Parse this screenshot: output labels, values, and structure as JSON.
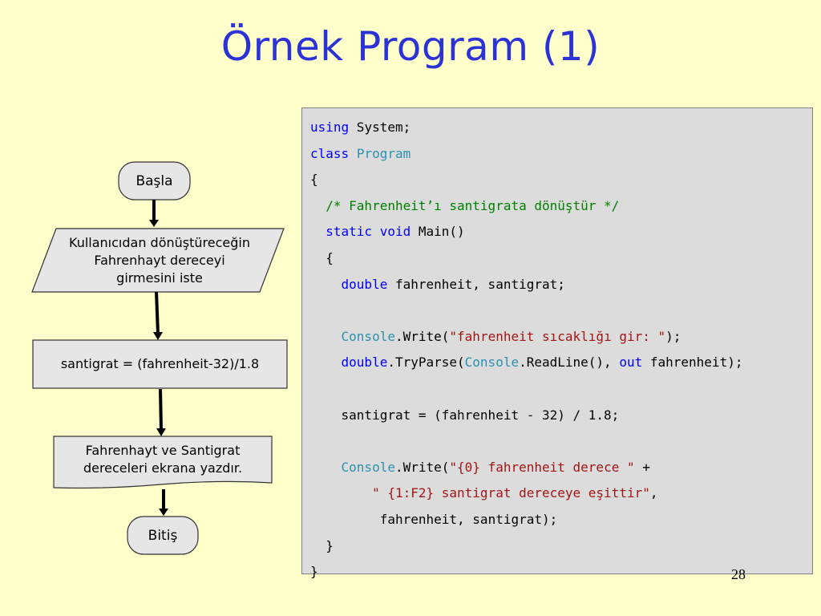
{
  "slide": {
    "title": "Örnek Program (1)",
    "page_number": "28"
  },
  "flowchart": {
    "start": "Başla",
    "input": [
      "Kullanıcıdan dönüştüreceğin",
      "Fahrenhayt dereceyi",
      "girmesini iste"
    ],
    "process": "santigrat = (fahrenheit-32)/1.8",
    "output": [
      "Fahrenhayt ve Santigrat",
      "dereceleri ekrana yazdır."
    ],
    "end": "Bitiş"
  },
  "code": {
    "l1_kw": "using",
    "l1_rest": " System;",
    "l2_kw": "class",
    "l2_type": "Program",
    "l3": "{",
    "l4_comment": "/* Fahrenheit’ı santigrata dönüştür */",
    "l5_kw1": "static",
    "l5_kw2": "void",
    "l5_rest": " Main()",
    "l6": "{",
    "l7_kw": "double",
    "l7_rest": " fahrenheit, santigrat;",
    "l9_type": "Console",
    "l9_mid": ".Write(",
    "l9_str": "\"fahrenheit sıcaklığı gir: \"",
    "l9_end": ");",
    "l10_kw": "double",
    "l10_mid": ".TryParse(",
    "l10_type": "Console",
    "l10_mid2": ".ReadLine(), ",
    "l10_kw2": "out",
    "l10_end": " fahrenheit);",
    "l12": "santigrat = (fahrenheit - 32) / 1.8;",
    "l14_type": "Console",
    "l14_mid": ".Write(",
    "l14_str": "\"{0} fahrenheit derece \"",
    "l14_end": " +",
    "l15_str": "\" {1:F2} santigrat dereceye eşittir\"",
    "l15_end": ",",
    "l16": "fahrenheit, santigrat);",
    "l17": "}",
    "l18": "}"
  }
}
